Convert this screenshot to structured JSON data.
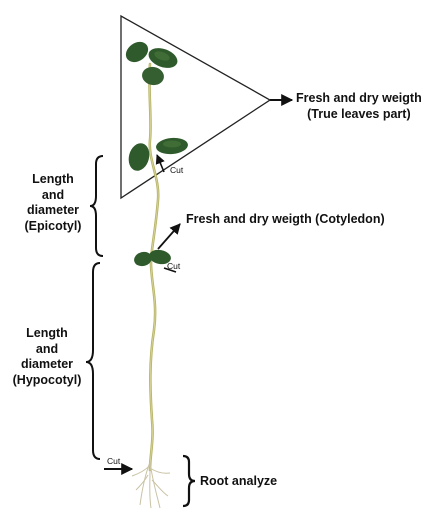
{
  "labels": {
    "true_leaves_title": "Fresh and dry weigth",
    "true_leaves_sub": "(True leaves part)",
    "cotyledon": "Fresh and dry weigth (Cotyledon)",
    "epicotyl": [
      "Length",
      "and",
      "diameter",
      "(Epicotyl)"
    ],
    "hypocotyl": [
      "Length",
      "and",
      "diameter",
      "(Hypocotyl)"
    ],
    "cut_upper": "Cut",
    "cut_middle": "Cut",
    "cut_lower": "Cut",
    "root": "Root analyze"
  },
  "colors": {
    "text": "#111111",
    "outline": "#222222",
    "stem": "#b8b56a",
    "leaf": "#2f5a2c",
    "leaf_light": "#4d7a3c",
    "root": "#c9c2a4"
  }
}
